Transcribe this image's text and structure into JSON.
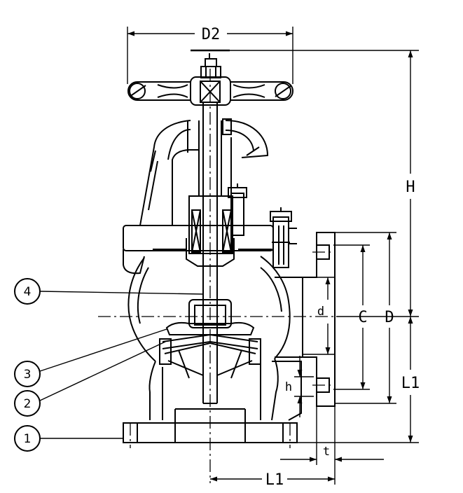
{
  "dimensions": {
    "d2": "D2",
    "h_total": "H",
    "c": "C",
    "d_flange": "D",
    "d_bore": "d",
    "l1_vertical": "L1",
    "l1_horizontal": "L1",
    "h_small": "h",
    "t": "t"
  },
  "balloons": {
    "b1": "1",
    "b2": "2",
    "b3": "3",
    "b4": "4"
  },
  "colors": {
    "stroke": "#000000",
    "background": "#ffffff"
  }
}
